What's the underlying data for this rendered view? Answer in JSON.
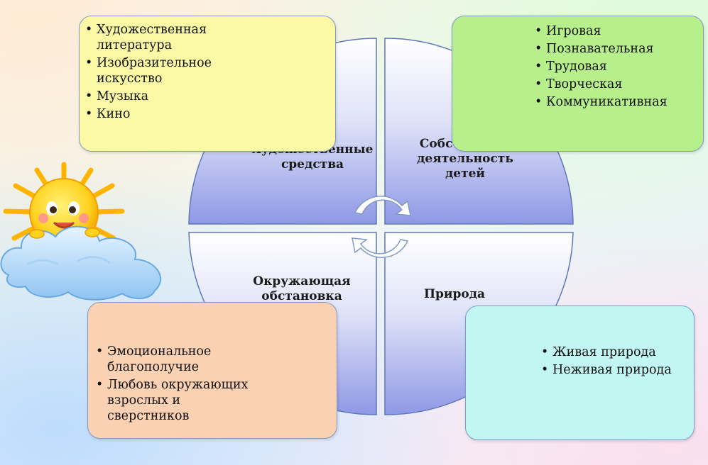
{
  "circle": {
    "quadrants": {
      "top_left": "Художественные\nсредства",
      "top_right": "Собственная\nдеятельность\nдетей",
      "bottom_left": "Окружающая\nобстановка\n(социум)",
      "bottom_right": "Природа"
    }
  },
  "boxes": {
    "top_left": {
      "items": [
        "Художественная\nлитература",
        "Изобразительное\nискусство",
        "Музыка",
        "Кино"
      ]
    },
    "top_right": {
      "items": [
        "Игровая",
        "Познавательная",
        "Трудовая",
        "Творческая",
        "Коммуникативная"
      ]
    },
    "bottom_left": {
      "items": [
        "Эмоциональное\nблагополучие",
        "Любовь окружающих\nвзрослых и\nсверстников"
      ]
    },
    "bottom_right": {
      "items": [
        "Живая природа",
        "Неживая природа"
      ]
    }
  },
  "bullet": "•",
  "colors": {
    "box_top_left": "#fbf9a6",
    "box_top_right": "#b7ef8d",
    "box_bottom_left": "#fbd1b3",
    "box_bottom_right": "#c2f6f2",
    "quadrant_fill_top": "#e9ebfb",
    "quadrant_fill_bottom": "#9aa3ec",
    "quadrant_border": "#5e78b8"
  },
  "icons": [
    "sun-icon",
    "cloud-icon",
    "cycle-arrows-icon"
  ]
}
